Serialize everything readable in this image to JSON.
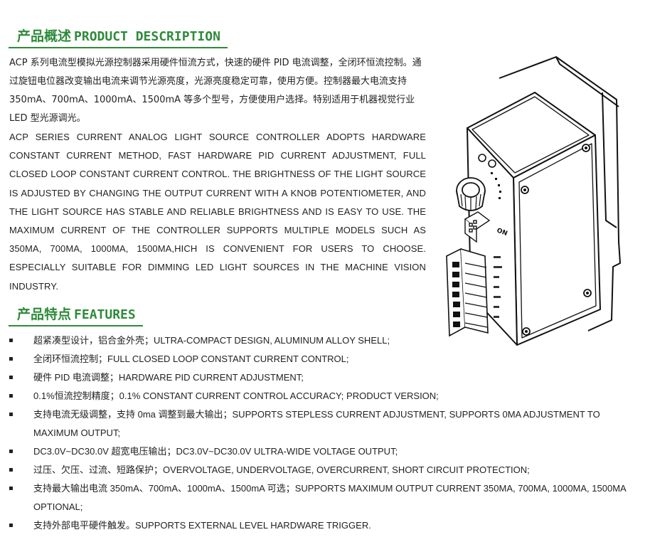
{
  "description": {
    "heading_cn": "产品概述",
    "heading_en": "PRODUCT DESCRIPTION",
    "cn_text": "ACP 系列电流型模拟光源控制器采用硬件恒流方式，快速的硬件 PID 电流调整，全闭环恒流控制。通过旋钮电位器改变输出电流来调节光源亮度，光源亮度稳定可靠，使用方便。控制器最大电流支持 350mA、700mA、1000mA、1500mA 等多个型号，方便使用户选择。特别适用于机器视觉行业 LED 型光源调光。",
    "en_text": "ACP SERIES CURRENT ANALOG LIGHT SOURCE CONTROLLER ADOPTS HARDWARE CONSTANT CURRENT METHOD, FAST HARDWARE PID CURRENT ADJUSTMENT, FULL CLOSED LOOP CONSTANT CURRENT CONTROL. THE BRIGHTNESS OF THE LIGHT SOURCE IS ADJUSTED BY CHANGING THE OUTPUT CURRENT WITH A KNOB POTENTIOMETER, AND THE LIGHT SOURCE HAS STABLE AND RELIABLE BRIGHTNESS AND IS EASY TO USE. THE MAXIMUM CURRENT OF THE CONTROLLER SUPPORTS MULTIPLE MODELS SUCH AS 350MA, 700MA, 1000MA, 1500MA,HICH IS CONVENIENT FOR USERS TO CHOOSE. ESPECIALLY SUITABLE FOR DIMMING LED LIGHT SOURCES IN THE MACHINE VISION INDUSTRY."
  },
  "features": {
    "heading_cn": "产品特点",
    "heading_en": "FEATURES",
    "items": [
      "超紧凑型设计，铝合金外壳；ULTRA-COMPACT DESIGN, ALUMINUM ALLOY SHELL;",
      "全闭环恒流控制；FULL CLOSED LOOP CONSTANT CURRENT CONTROL;",
      "硬件 PID 电流调整；HARDWARE PID CURRENT ADJUSTMENT;",
      "0.1%恒流控制精度；0.1% CONSTANT CURRENT CONTROL ACCURACY; PRODUCT VERSION;",
      "支持电流无级调整，支持 0ma 调整到最大输出；SUPPORTS STEPLESS CURRENT ADJUSTMENT, SUPPORTS 0MA ADJUSTMENT TO MAXIMUM OUTPUT;",
      "DC3.0V~DC30.0V 超宽电压输出；DC3.0V~DC30.0V ULTRA-WIDE VOLTAGE OUTPUT;",
      "过压、欠压、过流、短路保护；OVERVOLTAGE, UNDERVOLTAGE, OVERCURRENT, SHORT CIRCUIT PROTECTION;",
      "支持最大输出电流 350mA、700mA、1000mA、1500mA 可选；SUPPORTS MAXIMUM OUTPUT CURRENT 350MA, 700MA, 1000MA, 1500MA OPTIONAL;",
      "支持外部电平硬件触发。SUPPORTS EXTERNAL LEVEL HARDWARE TRIGGER."
    ]
  },
  "device_image": {
    "knob_label": "ON",
    "accent_color": "#2e8b3a"
  }
}
